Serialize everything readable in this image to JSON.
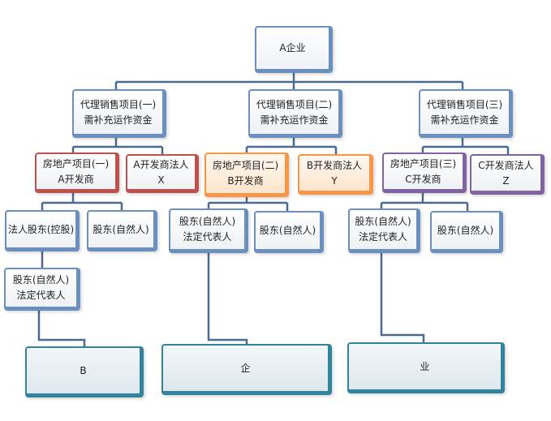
{
  "nodes": {
    "root": {
      "lines": [
        "A企业"
      ]
    },
    "proj1": {
      "lines": [
        "代理销售项目(一)",
        "需补充运作资金"
      ]
    },
    "proj2": {
      "lines": [
        "代理销售项目(二)",
        "需补充运作资金"
      ]
    },
    "proj3": {
      "lines": [
        "代理销售项目(三)",
        "需补充运作资金"
      ]
    },
    "re1": {
      "lines": [
        "房地产项目(一)",
        "A开发商"
      ]
    },
    "legal_a": {
      "lines": [
        "A开发商法人",
        "X"
      ]
    },
    "re2": {
      "lines": [
        "房地产项目(二)",
        "B开发商"
      ]
    },
    "legal_b": {
      "lines": [
        "B开发商法人",
        "Y"
      ]
    },
    "re3": {
      "lines": [
        "房地产项目(三)",
        "C开发商"
      ]
    },
    "legal_c": {
      "lines": [
        "C开发商法人",
        "Z"
      ]
    },
    "sh_ctrl": {
      "lines": [
        "法人股东(控股)"
      ]
    },
    "sh_nat1": {
      "lines": [
        "股东(自然人)"
      ]
    },
    "sh_rep2": {
      "lines": [
        "股东(自然人)",
        "法定代表人"
      ]
    },
    "sh_nat2": {
      "lines": [
        "股东(自然人)"
      ]
    },
    "sh_rep3": {
      "lines": [
        "股东(自然人)",
        "法定代表人"
      ]
    },
    "sh_nat3": {
      "lines": [
        "股东(自然人)"
      ]
    },
    "sh_rep1": {
      "lines": [
        "股东(自然人)",
        "法定代表人"
      ]
    },
    "bottom1": {
      "lines": [
        "B"
      ]
    },
    "bottom2": {
      "lines": [
        "企"
      ]
    },
    "bottom3": {
      "lines": [
        "业"
      ]
    }
  },
  "colors": {
    "blue": "#6b8fbf",
    "red": "#c0504d",
    "orange": "#f79646",
    "purple": "#8064a2",
    "teal": "#31849b",
    "connector": "#4a6a8f"
  }
}
